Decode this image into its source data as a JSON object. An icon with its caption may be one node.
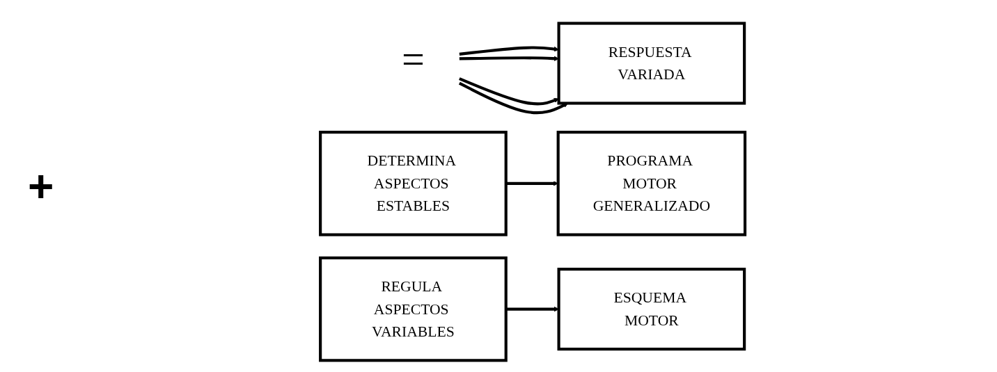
{
  "diagram": {
    "nodes": [
      {
        "text": [
          "PROGRAMA MOTOR GENERALIZADO"
        ]
      },
      {
        "text": [
          "ESQUEMA MOTOR"
        ]
      },
      {
        "text": [
          "="
        ]
      },
      {
        "text": [
          "RESPUESTA VARIADA"
        ]
      },
      {
        "text": [
          "DETERMINA ASPECTOS ESTABLES"
        ]
      },
      {
        "text": [
          "REGULA ASPECTOS VARIABLES"
        ]
      }
    ],
    "edges": [
      {
        "from": 2,
        "to": 3,
        "arrow": "to"
      },
      {
        "from": 2,
        "to": 3,
        "arrow": "to"
      },
      {
        "from": 2,
        "to": 3,
        "arrow": "to"
      },
      {
        "from": 2,
        "to": 3,
        "arrow": "to"
      },
      {
        "from": 4,
        "to": 0,
        "arrow": "to"
      },
      {
        "from": 5,
        "to": 1,
        "arrow": "to"
      }
    ],
    "labels": [
      "+"
    ]
  }
}
